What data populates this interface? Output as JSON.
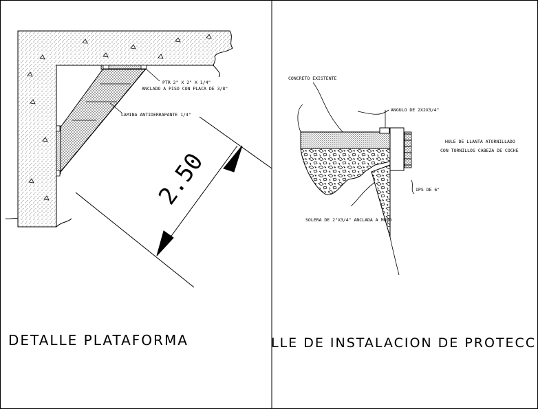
{
  "left_panel": {
    "title": "DETALLE PLATAFORMA",
    "dimension": "2.50",
    "labels": {
      "ptr": "PTR 2\" X 2\" X 1/4\"",
      "anclado": "ANCLADO A PISO CON PLACA DE 3/8\"",
      "lamina": "LAMINA ANTIDERRAPANTE 1/4\""
    }
  },
  "right_panel": {
    "title": "LLE DE INSTALACION DE PROTECCION",
    "labels": {
      "concreto": "CONCRETO EXISTENTE",
      "angulo": "ANGULO DE 2X2X3/4\"",
      "hule1": "HULE DE LLANTA ATORNILLADO",
      "hule2": "CON TORNILLOS CABEZA DE COCHE",
      "ips": "IPS DE 6\"",
      "solera": "SOLERA DE 2\"X3/4\" ANCLADA A MURO"
    }
  },
  "colors": {
    "line": "#000000",
    "background": "#ffffff"
  }
}
